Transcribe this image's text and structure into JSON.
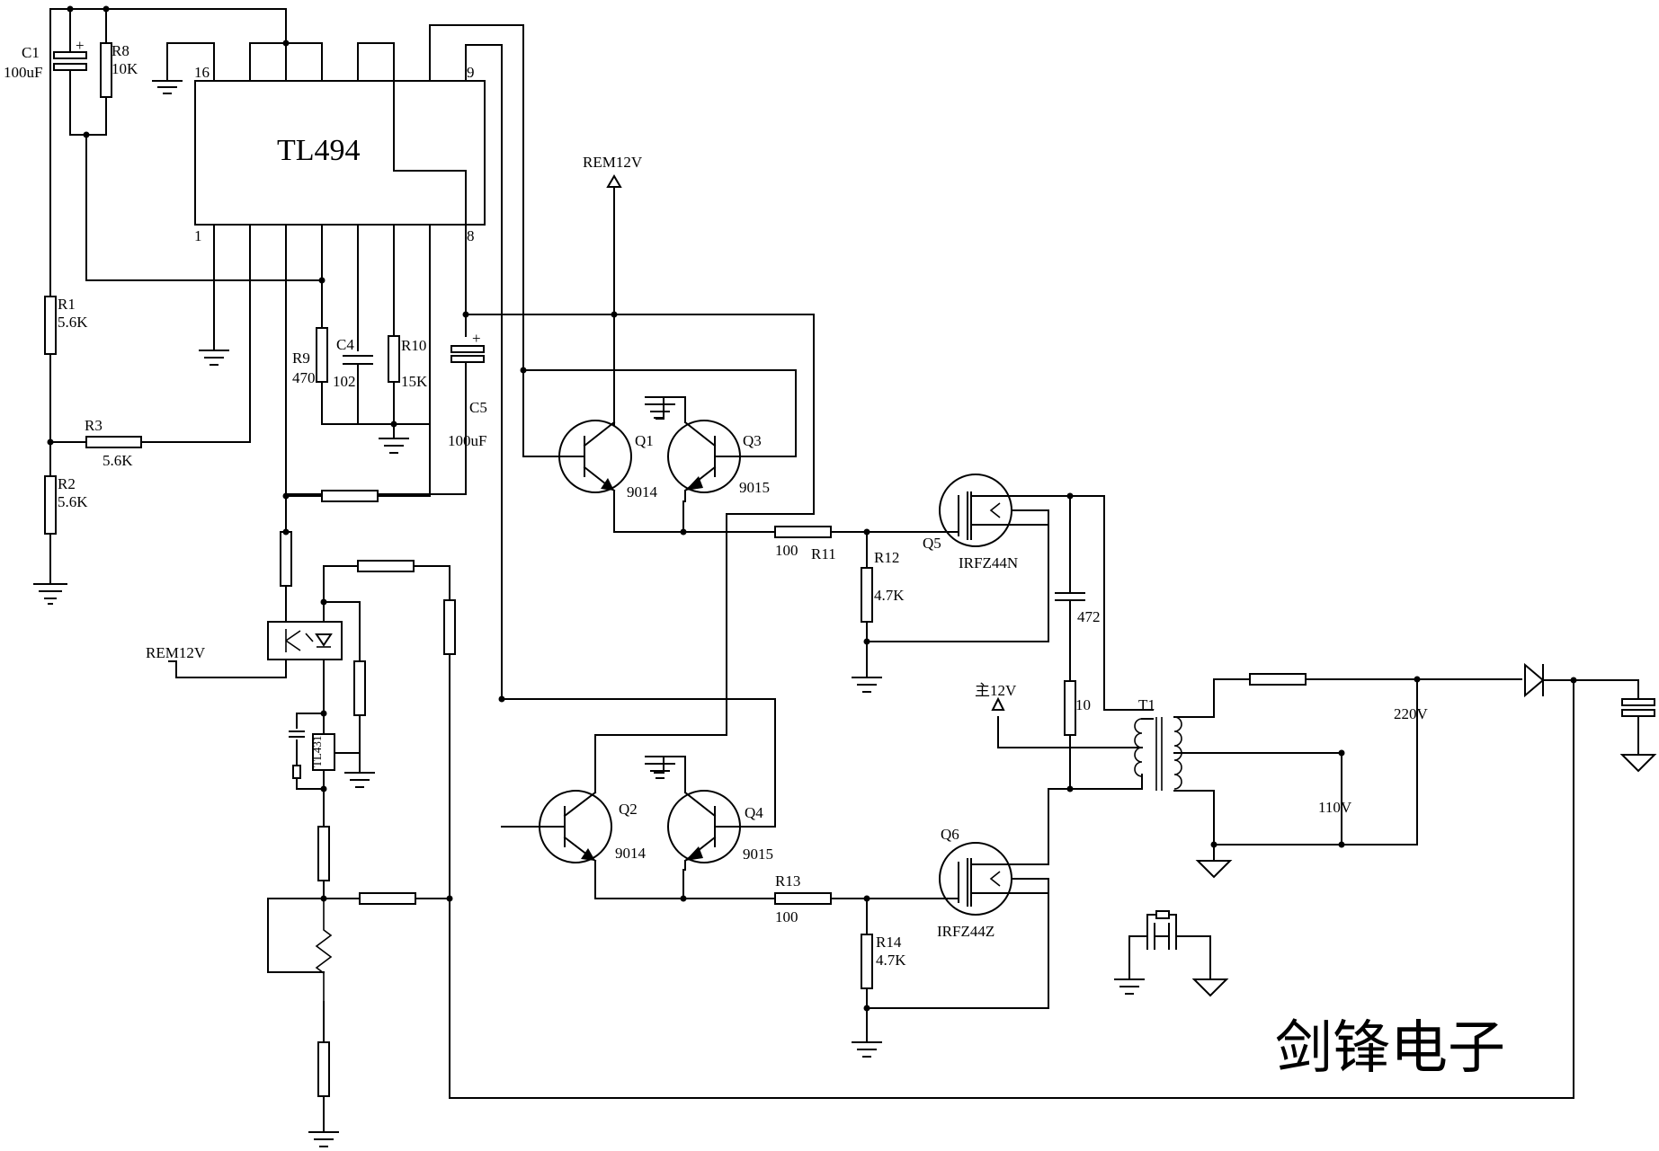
{
  "ic": {
    "name": "TL494",
    "pin16": "16",
    "pin9": "9",
    "pin1": "1",
    "pin8": "8"
  },
  "parts": {
    "c1": {
      "ref": "C1",
      "value": "100uF"
    },
    "r8": {
      "ref": "R8",
      "value": "10K"
    },
    "r1": {
      "ref": "R1",
      "value": "5.6K"
    },
    "r3": {
      "ref": "R3",
      "value": "5.6K"
    },
    "r2": {
      "ref": "R2",
      "value": "5.6K"
    },
    "r9": {
      "ref": "R9",
      "value": "470"
    },
    "c4": {
      "ref": "C4",
      "value": "102"
    },
    "r10": {
      "ref": "R10",
      "value": "15K"
    },
    "c5": {
      "ref": "C5",
      "value": "100uF"
    },
    "q1": {
      "ref": "Q1",
      "value": "9014"
    },
    "q3": {
      "ref": "Q3",
      "value": "9015"
    },
    "q2": {
      "ref": "Q2",
      "value": "9014"
    },
    "q4": {
      "ref": "Q4",
      "value": "9015"
    },
    "r11": {
      "ref": "R11",
      "value": "100"
    },
    "r12": {
      "ref": "R12",
      "value": "4.7K"
    },
    "q5": {
      "ref": "Q5",
      "value": "IRFZ44N"
    },
    "r13": {
      "ref": "R13",
      "value": "100"
    },
    "r14": {
      "ref": "R14",
      "value": "4.7K"
    },
    "q6": {
      "ref": "Q6",
      "value": "IRFZ44Z"
    },
    "c472": {
      "value": "472"
    },
    "r10ohm": {
      "value": "10"
    },
    "t1": {
      "ref": "T1"
    },
    "tl431": {
      "value": "TL431"
    }
  },
  "nets": {
    "rem_top": "REM12V",
    "rem_left": "REM12V",
    "main12": "主12V",
    "v220": "220V",
    "v110": "110V"
  },
  "brand": "剑锋电子"
}
